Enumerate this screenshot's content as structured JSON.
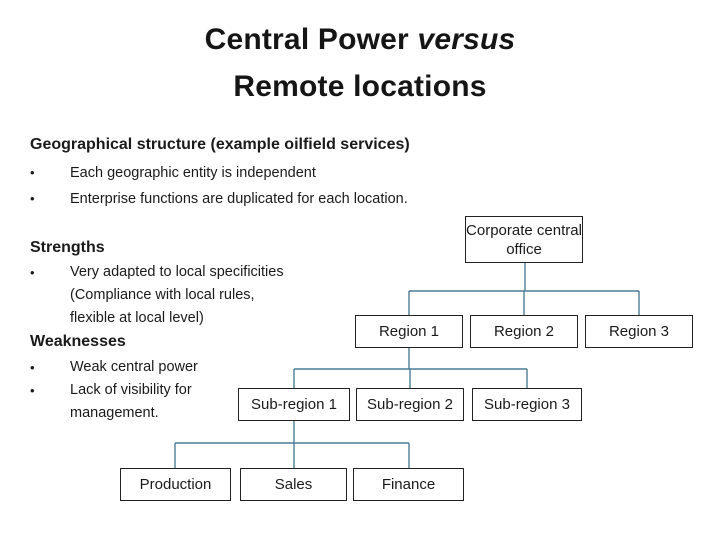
{
  "slide": {
    "title": {
      "line1_regular": "Central Power ",
      "line1_italic": "versus",
      "line2": "Remote locations"
    },
    "intro": {
      "heading": "Geographical structure (example oilfield services)",
      "bullets": [
        "Each geographic entity is independent",
        "Enterprise functions are duplicated for each location."
      ]
    },
    "strengths": {
      "heading": "Strengths",
      "bullets": [
        "Very adapted to local specificities\n(Compliance with local rules,\nflexible at local level)"
      ]
    },
    "weaknesses": {
      "heading": "Weaknesses",
      "bullets": [
        "Weak central power",
        "Lack of visibility for\nmanagement."
      ]
    },
    "bullet_glyph": "•"
  },
  "org_chart": {
    "root_label": "Corporate central office",
    "regions": [
      "Region 1",
      "Region 2",
      "Region 3"
    ],
    "sub_regions": [
      "Sub-region 1",
      "Sub-region 2",
      "Sub-region 3"
    ],
    "functions": [
      "Production",
      "Sales",
      "Finance"
    ],
    "connector_color": "#4d7d96",
    "box_border_color": "#222222"
  }
}
